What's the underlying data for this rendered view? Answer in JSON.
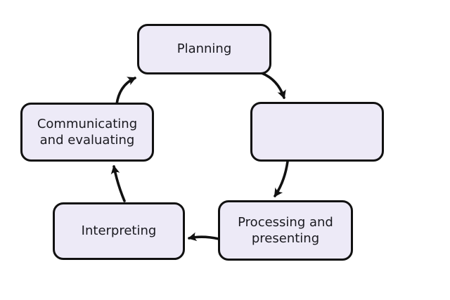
{
  "diagram": {
    "type": "cycle",
    "background": "#ffffff",
    "node_fill": "#edeaf7",
    "node_border": "#111111",
    "arrow_color": "#111111",
    "text_color": "#1a1a20",
    "nodes": [
      {
        "id": "planning",
        "label": "Planning"
      },
      {
        "id": "blank",
        "label": ""
      },
      {
        "id": "processing",
        "label": "Processing and presenting"
      },
      {
        "id": "interpreting",
        "label": "Interpreting"
      },
      {
        "id": "communicating",
        "label": "Communicating and evaluating"
      }
    ],
    "edges": [
      {
        "from": "planning",
        "to": "blank"
      },
      {
        "from": "blank",
        "to": "processing"
      },
      {
        "from": "processing",
        "to": "interpreting"
      },
      {
        "from": "interpreting",
        "to": "communicating"
      },
      {
        "from": "communicating",
        "to": "planning"
      }
    ]
  }
}
